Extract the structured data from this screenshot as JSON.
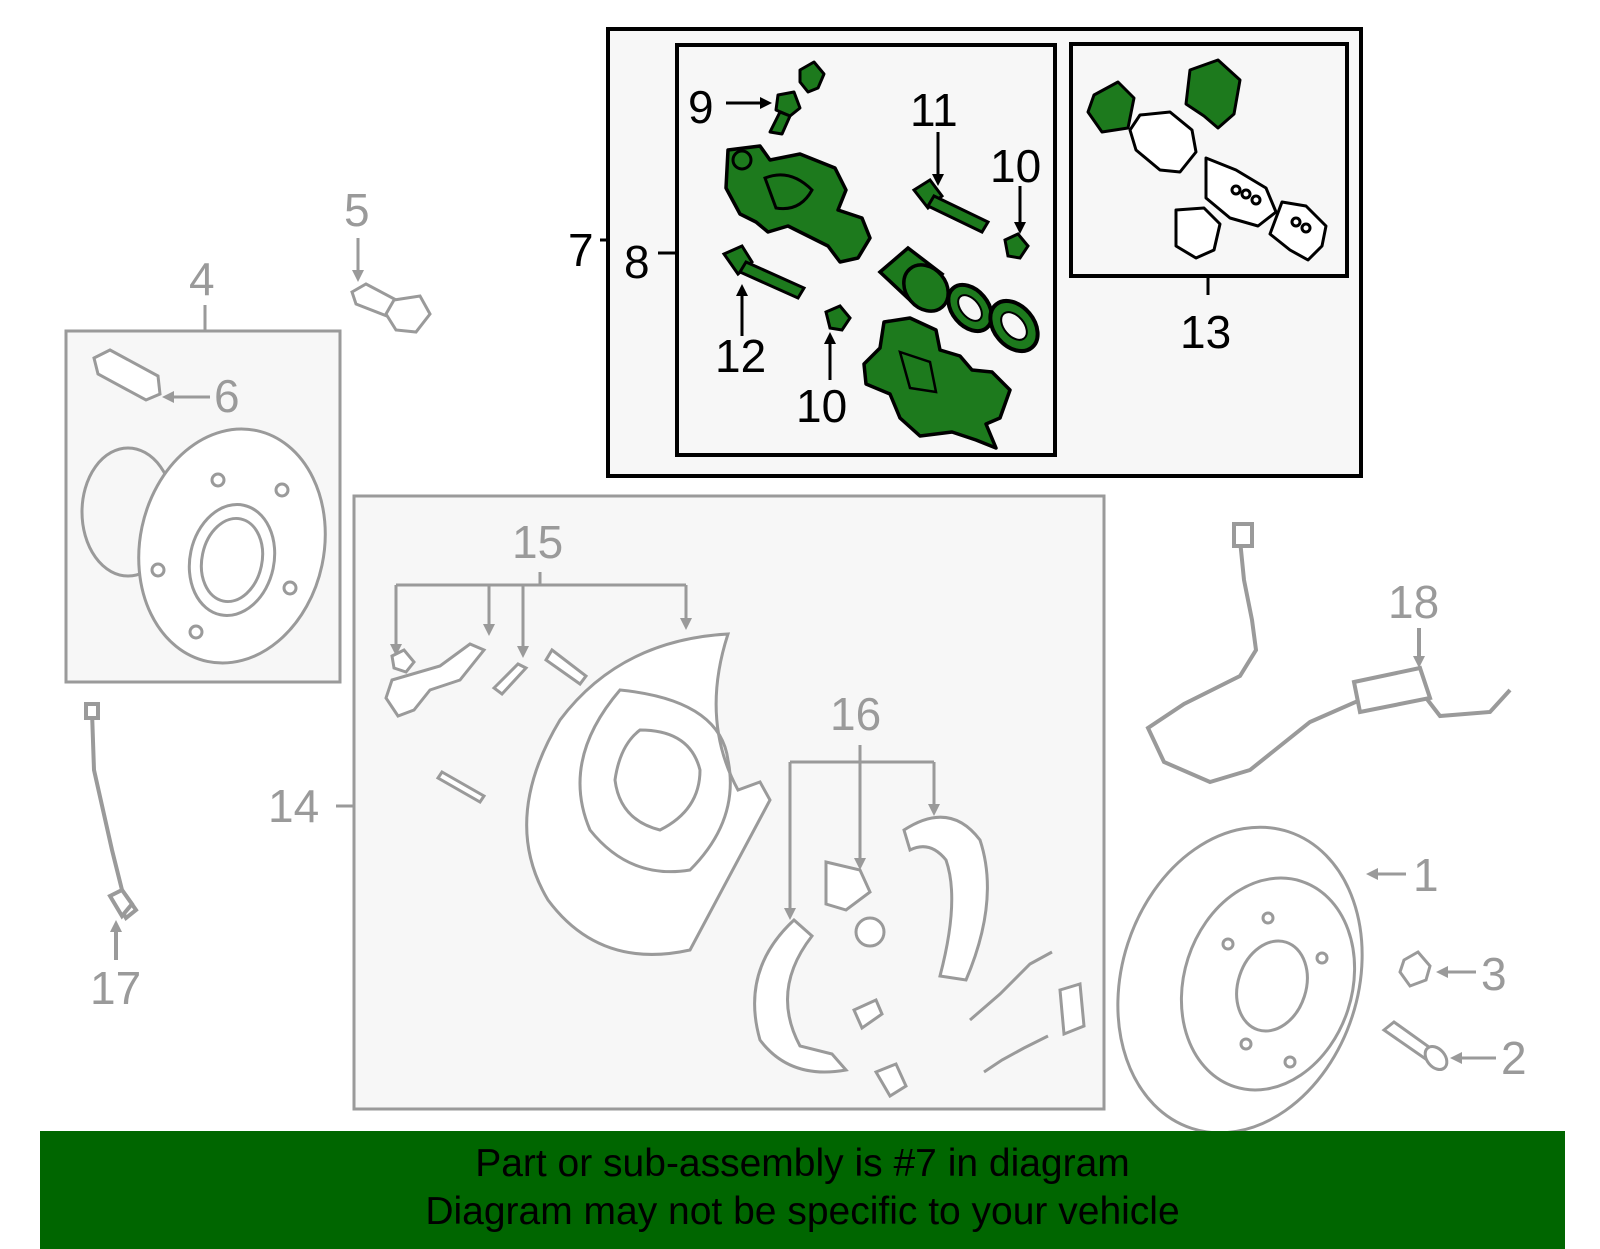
{
  "callouts": {
    "c1": "1",
    "c2": "2",
    "c3": "3",
    "c4": "4",
    "c5": "5",
    "c6": "6",
    "c7": "7",
    "c8": "8",
    "c9": "9",
    "c10a": "10",
    "c10b": "10",
    "c11": "11",
    "c12": "12",
    "c13": "13",
    "c14": "14",
    "c15": "15",
    "c16": "16",
    "c17": "17",
    "c18": "18"
  },
  "banner": {
    "line1": "Part or sub-assembly is #7 in diagram",
    "line2": "Diagram may not be specific to your vehicle"
  },
  "colors": {
    "highlight": "#006600",
    "banner_bg": "#006600",
    "grey_part": "#9a9a9a",
    "dark_line": "#000000"
  }
}
